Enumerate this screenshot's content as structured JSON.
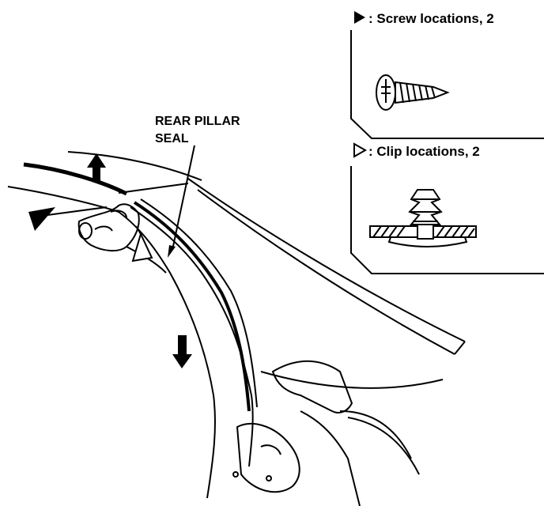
{
  "legend": {
    "screw_label": "Screw locations, 2",
    "clip_label": "Clip locations, 2",
    "screw_marker": "solid-triangle",
    "clip_marker": "hollow-triangle"
  },
  "callout": {
    "line1": "REAR PILLAR",
    "line2": "SEAL"
  },
  "colors": {
    "ink": "#000000",
    "paper": "#ffffff"
  }
}
